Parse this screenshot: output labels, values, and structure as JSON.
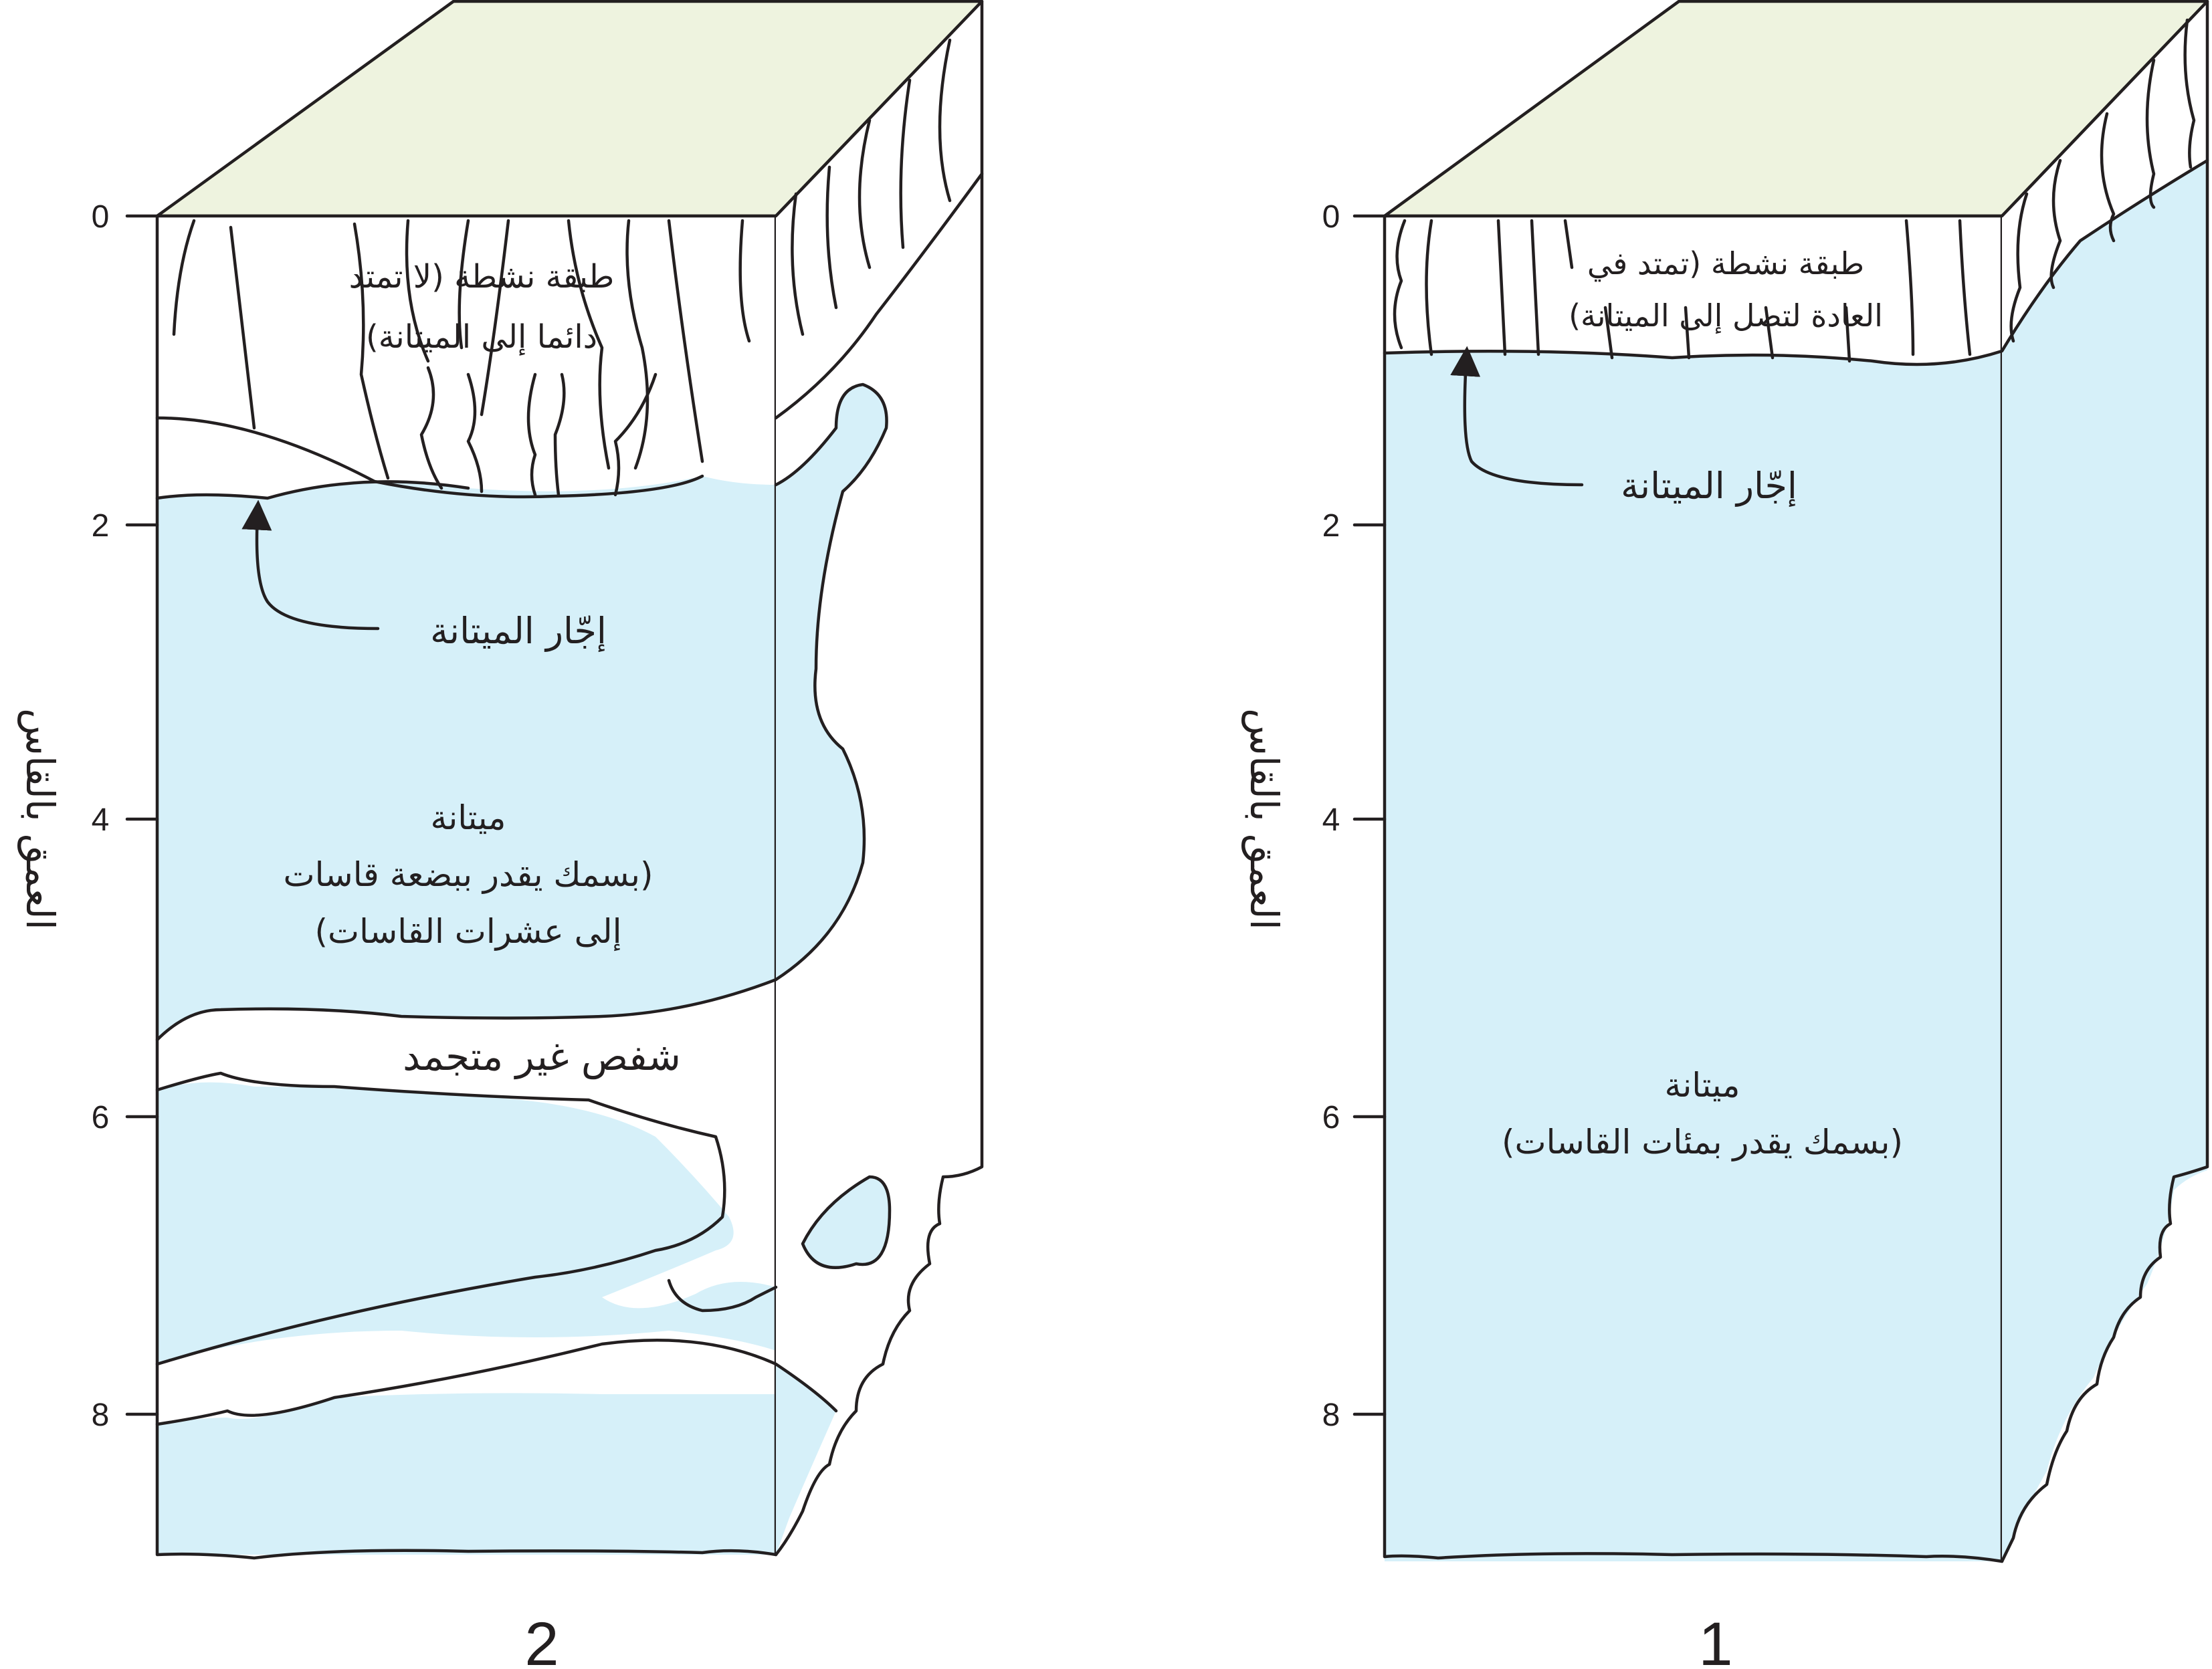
{
  "panels": [
    {
      "id": "panel-1",
      "number": "1",
      "axis_label": "العمق بالقاس",
      "ticks": [
        "0",
        "2",
        "4",
        "6",
        "8"
      ],
      "active_layer": [
        "طبقة نشطة (تمتد في",
        "العادة لتصل إلى الميتانة)"
      ],
      "permafrost_table": "إجّار الميتانة",
      "permafrost": [
        "ميتانة",
        "(بسمك يقدر بمئات القاسات)"
      ]
    },
    {
      "id": "panel-2",
      "number": "2",
      "axis_label": "العمق بالقاس",
      "ticks": [
        "0",
        "2",
        "4",
        "6",
        "8"
      ],
      "active_layer": [
        "طبقة نشطة (لا تمتد",
        "دائما إلى الميتانة)"
      ],
      "permafrost_table": "إجّار الميتانة",
      "permafrost": [
        "ميتانة",
        "(بسمك يقدر ببضعة قاسات",
        "إلى عشرات القاسات)"
      ],
      "unfrozen": "شفص غير متجمد"
    }
  ],
  "colors": {
    "ice": "#d6f0f9",
    "top_surface": "#eef3df",
    "outline": "#231f20"
  }
}
